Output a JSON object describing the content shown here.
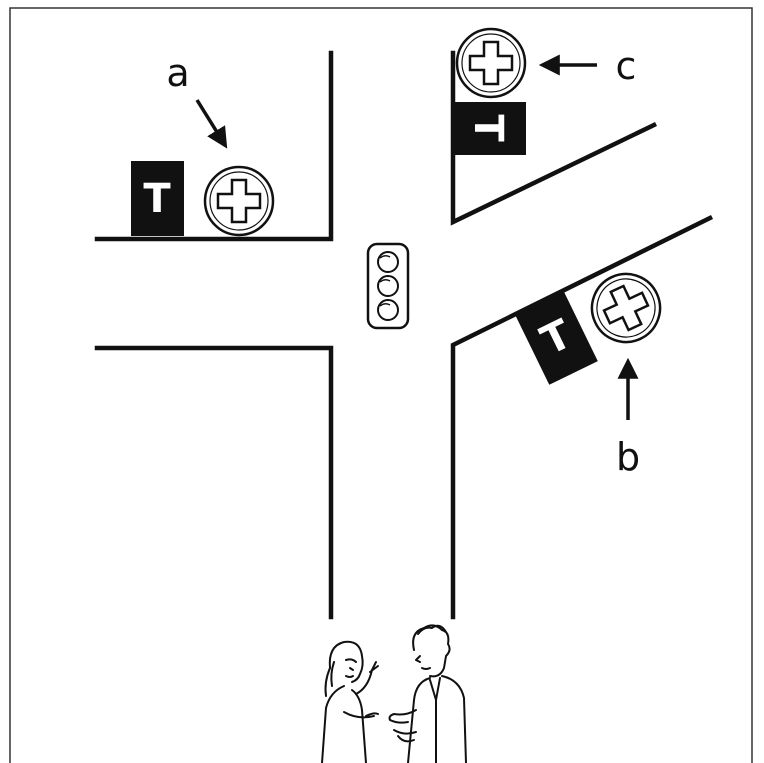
{
  "diagram": {
    "labels": {
      "a": "a",
      "b": "b",
      "c": "c"
    },
    "icons": {
      "telephone_sign": "T",
      "pharmacy_symbol": "cross-icon",
      "traffic_light": "traffic-light-icon",
      "people": "people-talking-icon"
    },
    "colors": {
      "ink": "#111111",
      "background": "#ffffff"
    }
  }
}
